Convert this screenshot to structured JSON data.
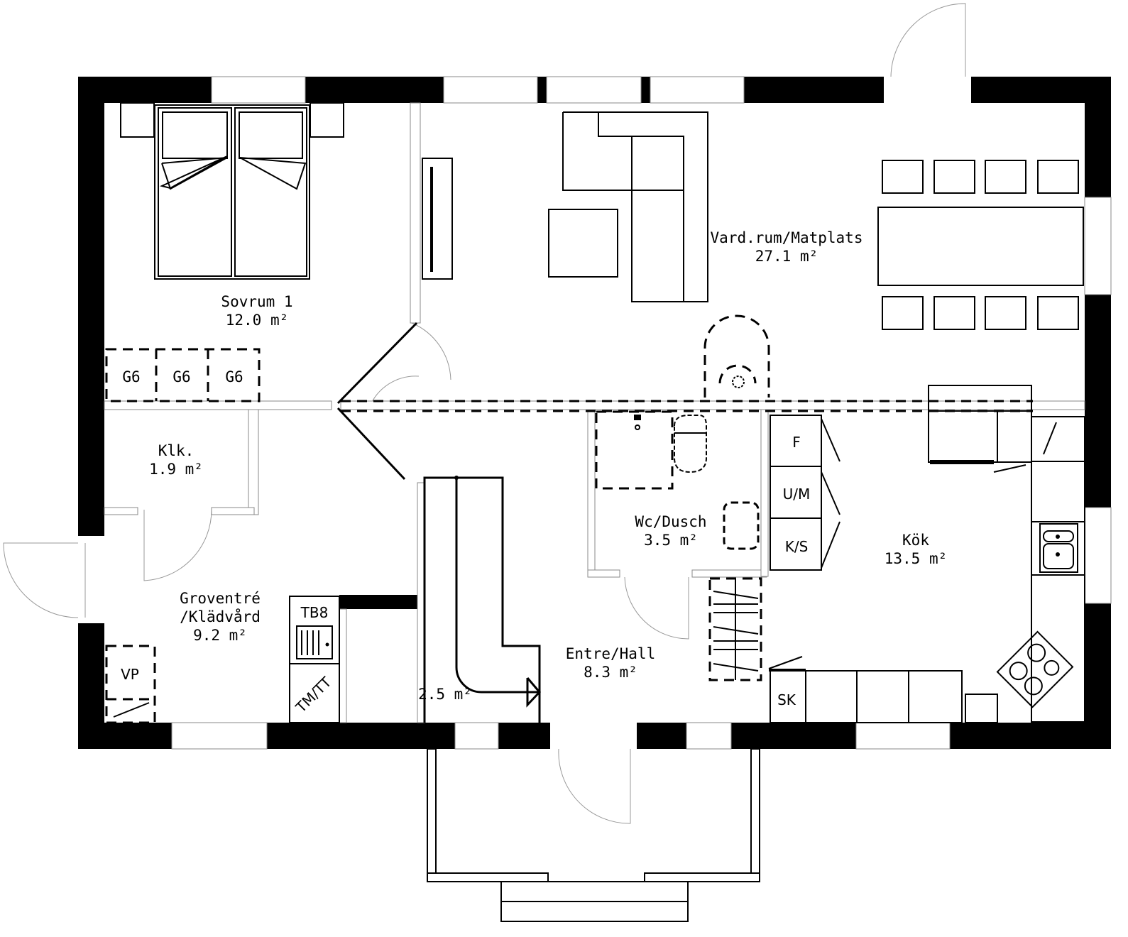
{
  "plan": {
    "rooms": [
      {
        "id": "sovrum1",
        "name": "Sovrum 1",
        "area": "12.0 m²"
      },
      {
        "id": "vardrum",
        "name": "Vard.rum/Matplats",
        "area": "27.1 m²"
      },
      {
        "id": "klk",
        "name": "Klk.",
        "area": "1.9 m²"
      },
      {
        "id": "groventre",
        "name": "Groventré",
        "name2": "/Klädvård",
        "area": "9.2 m²"
      },
      {
        "id": "wc",
        "name": "Wc/Dusch",
        "area": "3.5 m²"
      },
      {
        "id": "kok",
        "name": "Kök",
        "area": "13.5 m²"
      },
      {
        "id": "entre",
        "name": "Entre/Hall",
        "area": "8.3 m²"
      },
      {
        "id": "trappa",
        "name": "",
        "area": "2.5 m²"
      }
    ],
    "fixtures": {
      "wardrobe": [
        "G6",
        "G6",
        "G6"
      ],
      "vp": "VP",
      "tb8": "TB8",
      "tmtt": "TM/TT",
      "fridge": "F",
      "oven": "U/M",
      "freezer": "K/S",
      "sk": "SK"
    }
  }
}
